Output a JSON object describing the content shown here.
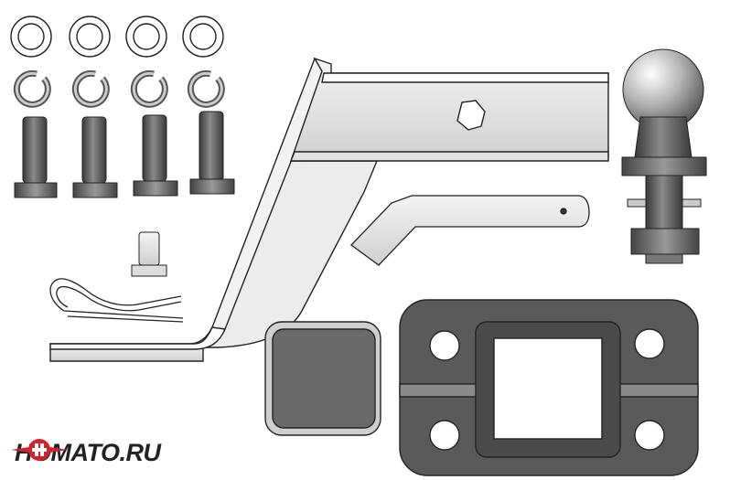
{
  "brand": {
    "text": "HOMATO.RU",
    "accent": "#d2232a",
    "dark": "#222222"
  },
  "parts": {
    "washers": 4,
    "spring_washers": 4,
    "bolts": 4
  },
  "colors": {
    "metal_light": "#e8e8e8",
    "metal_dark": "#606060",
    "outline": "#222222",
    "plate": "#5a5a5a",
    "cap": "#6a6a6a"
  }
}
